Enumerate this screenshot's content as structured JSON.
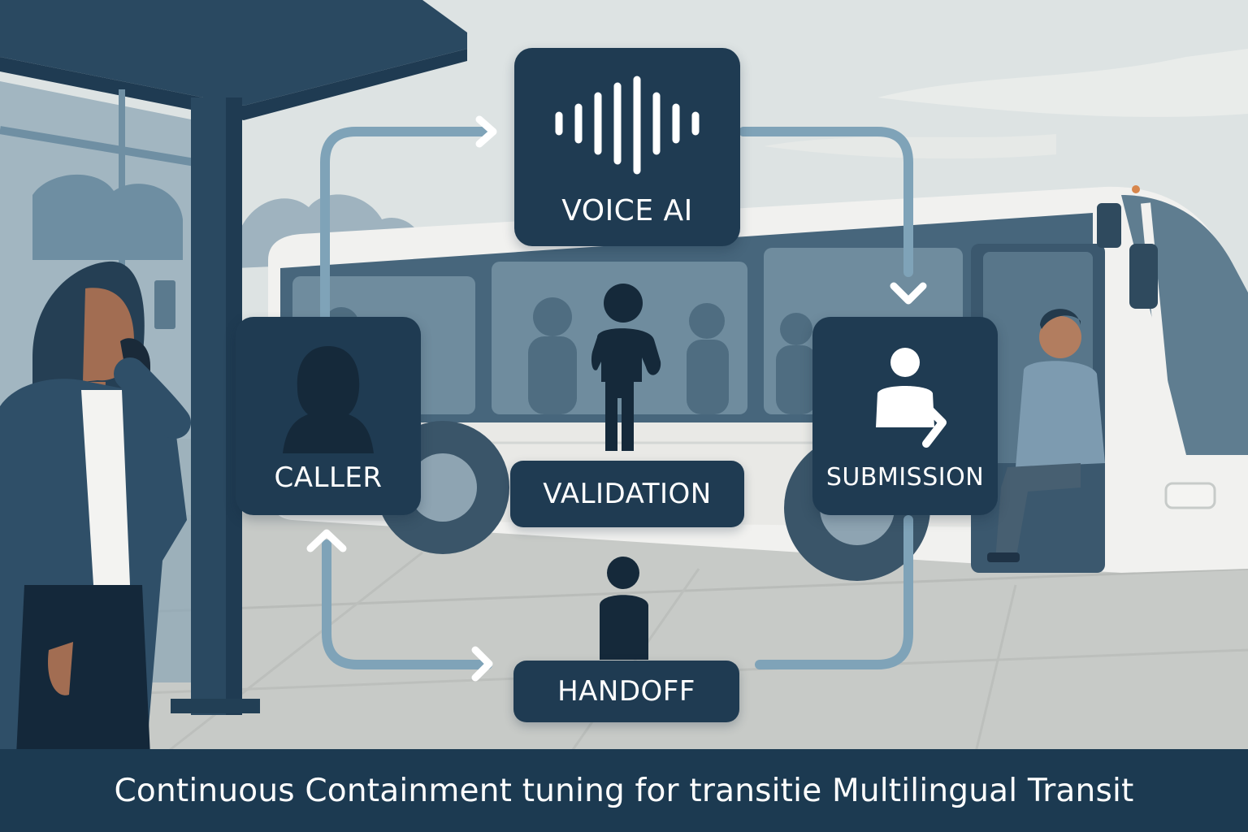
{
  "nodes": {
    "voice_ai": {
      "label": "VOICE AI",
      "icon": "soundwave-icon"
    },
    "caller": {
      "label": "CALLER",
      "icon": "person-silhouette-icon"
    },
    "submission": {
      "label": "SUBMISSION",
      "icon": "person-icon"
    },
    "validation": {
      "label": "VALIDATION",
      "icon": "standing-person-icon"
    },
    "handoff": {
      "label": "HANDOFF",
      "icon": "person-bust-icon"
    }
  },
  "caption": "Continuous Containment tuning for transitie Multilingual Transit",
  "colors": {
    "node_fill": "#1f3b52",
    "connector": "#7fa3b8",
    "banner": "#1c3a51",
    "sky": "#dde3e3"
  }
}
